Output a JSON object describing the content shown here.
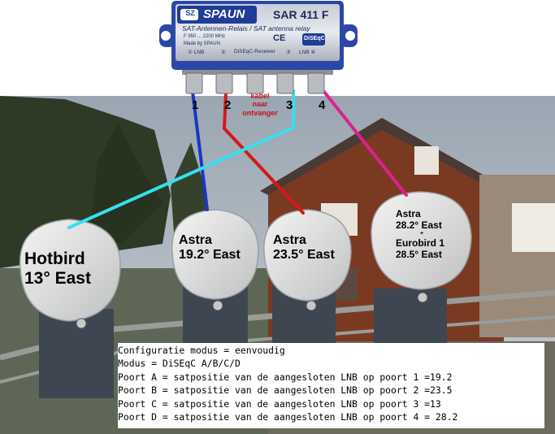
{
  "switch_device": {
    "brand": "SPAUN",
    "brand_badge": "SZ",
    "model": "SAR 411 F",
    "subtitle": "SAT-Antennen-Relais / SAT antenna relay",
    "freq": "F 950 ... 2200 MHz",
    "made_by": "Made by SPAUN",
    "ce_mark": "CE",
    "diseqc_badge": "DiSEqC",
    "port_labels": [
      "① LNB",
      "②",
      "DiSEqC-Receiver",
      "③",
      "LNB ④"
    ]
  },
  "port_numbers": [
    "1",
    "2",
    "3",
    "4"
  ],
  "cable_note": [
    "kabel",
    "naar",
    "ontvanger"
  ],
  "lnbs": [
    {
      "lines": [
        "Hotbird",
        "13° East"
      ]
    },
    {
      "lines": [
        "Astra",
        "19.2° East"
      ]
    },
    {
      "lines": [
        "Astra",
        "23.5° East"
      ]
    },
    {
      "lines": [
        "Astra",
        "28.2° East",
        "+",
        "Eurobird 1",
        "28.5° East"
      ]
    }
  ],
  "cable_colors": {
    "port1": "#1a35c8",
    "port2": "#d41818",
    "port3": "#35e0f0",
    "port4": "#e0208c"
  },
  "config": [
    "Configuratie modus = eenvoudig",
    "Modus = DiSEqC A/B/C/D",
    "Poort A = satpositie van de aangesloten LNB op poort 1 =19.2",
    "Poort B = satpositie van de aangesloten LNB op poort 2 =23.5",
    "Poort C = satpositie van de aangesloten LNB op poort 3 =13",
    "Poort D = satpositie van de aangesloten LNB op poort 4 = 28.2"
  ]
}
